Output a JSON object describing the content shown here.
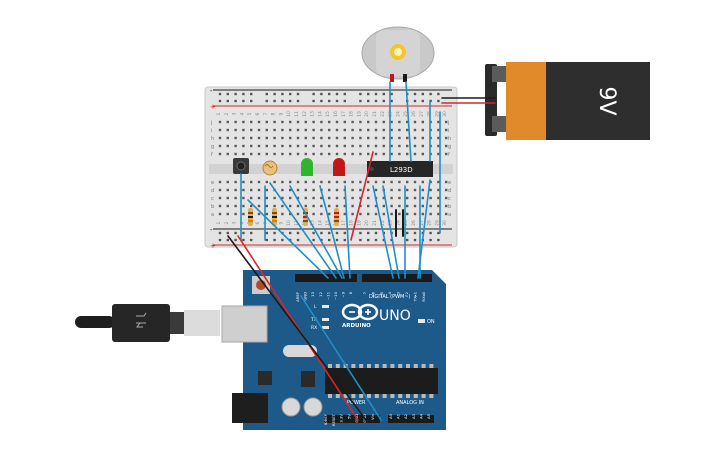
{
  "breadboard": {
    "columns_top": [
      "1",
      "2",
      "3",
      "4",
      "5",
      "6",
      "7",
      "8",
      "9",
      "10",
      "11",
      "12",
      "13",
      "14",
      "15",
      "16",
      "17",
      "18",
      "19",
      "20",
      "21",
      "22",
      "23",
      "24",
      "25",
      "26",
      "27",
      "28",
      "29",
      "30"
    ],
    "rows_top": [
      "j",
      "i",
      "h",
      "g",
      "f"
    ],
    "rows_bottom": [
      "e",
      "d",
      "c",
      "b",
      "a"
    ],
    "rail_plus": "+",
    "rail_minus": "-"
  },
  "motor_driver": {
    "label": "L293D"
  },
  "battery": {
    "label": "9V"
  },
  "arduino": {
    "logo": "ARDUINO",
    "model": "UNO",
    "on_label": "ON",
    "tx_label": "TX",
    "rx_label": "RX",
    "l_label": "L",
    "digital_label": "DIGITAL (PWM~)",
    "power_label": "POWER",
    "analog_label": "ANALOG IN",
    "digital_pins": [
      "AREF",
      "GND",
      "13",
      "12",
      "~11",
      "~10",
      "~9",
      "8",
      "7",
      "~6",
      "~5",
      "4",
      "~3",
      "2",
      "TX▸1",
      "RX◂0"
    ],
    "power_pins": [
      "IOREF",
      "RESET",
      "3.3V",
      "5V",
      "GND",
      "GND",
      "Vin"
    ],
    "analog_pins": [
      "A0",
      "A1",
      "A2",
      "A3",
      "A4",
      "A5"
    ]
  },
  "colors": {
    "wire_blue": "#1f8fc8",
    "wire_red": "#d62728",
    "wire_black": "#1a1a1a",
    "board_blue": "#1d5a8a",
    "led_green": "#2db52d",
    "led_red": "#c01818",
    "battery_orange": "#e08a2c"
  }
}
